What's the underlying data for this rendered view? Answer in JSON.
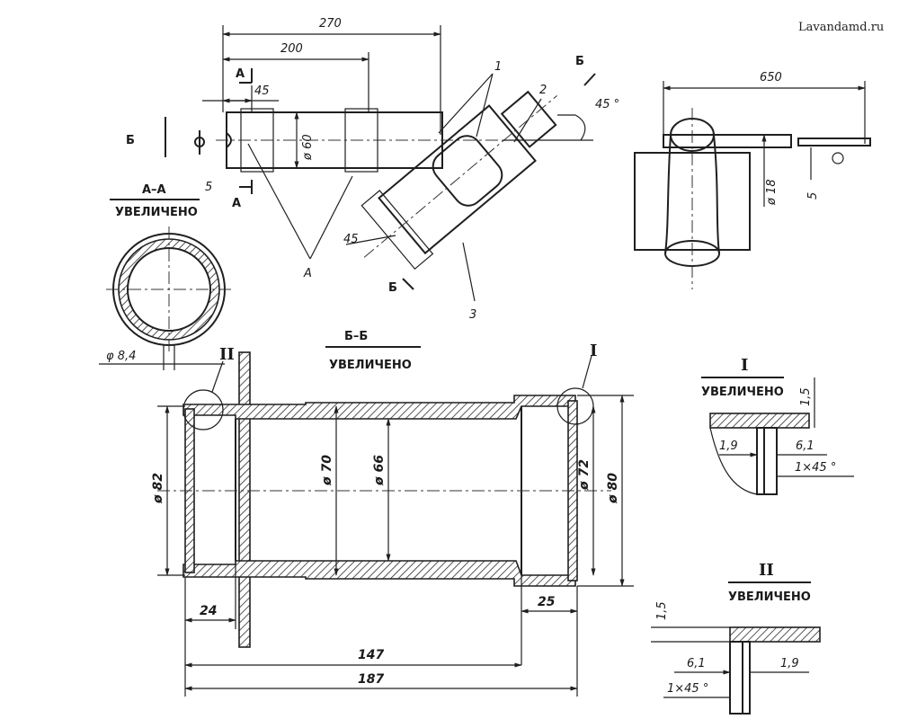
{
  "watermark": "Lavandamd.ru",
  "top_view": {
    "dims": {
      "d270": "270",
      "d200": "200",
      "d45a": "45",
      "d60": "ø 60",
      "d45b": "45",
      "d45deg": "45 °"
    },
    "section_marks": {
      "a_top": "А",
      "a_bottom": "А",
      "b_top": "Б",
      "b_bottom": "Б",
      "b_left": "Б"
    },
    "callouts": {
      "c1": "1",
      "c2": "2",
      "c3": "3",
      "c5": "5",
      "cA": "А"
    }
  },
  "side_view": {
    "dims": {
      "d650": "650",
      "d18": "ø 18"
    },
    "callouts": {
      "c5": "5"
    }
  },
  "section_aa": {
    "title_top": "А–А",
    "title_bottom": "УВЕЛИЧЕНО",
    "dim": "φ 8,4"
  },
  "section_bb": {
    "title_top": "Б–Б",
    "title_bottom": "УВЕЛИЧЕНО",
    "dims": {
      "d82": "ø 82",
      "d70": "ø 70",
      "d66": "ø 66",
      "d72": "ø 72",
      "d80": "ø 80",
      "d24": "24",
      "d25": "25",
      "d147": "147",
      "d187": "187"
    },
    "callouts": {
      "I": "I",
      "II": "II"
    }
  },
  "detail_I": {
    "title_top": "I",
    "title_bottom": "УВЕЛИЧЕНО",
    "dims": {
      "d15": "1,5",
      "d19": "1,9",
      "d61": "6,1",
      "chamfer": "1×45 °"
    }
  },
  "detail_II": {
    "title_top": "II",
    "title_bottom": "УВЕЛИЧЕНО",
    "dims": {
      "d15": "1,5",
      "d61": "6,1",
      "d19": "1,9",
      "chamfer": "1×45 °"
    }
  }
}
